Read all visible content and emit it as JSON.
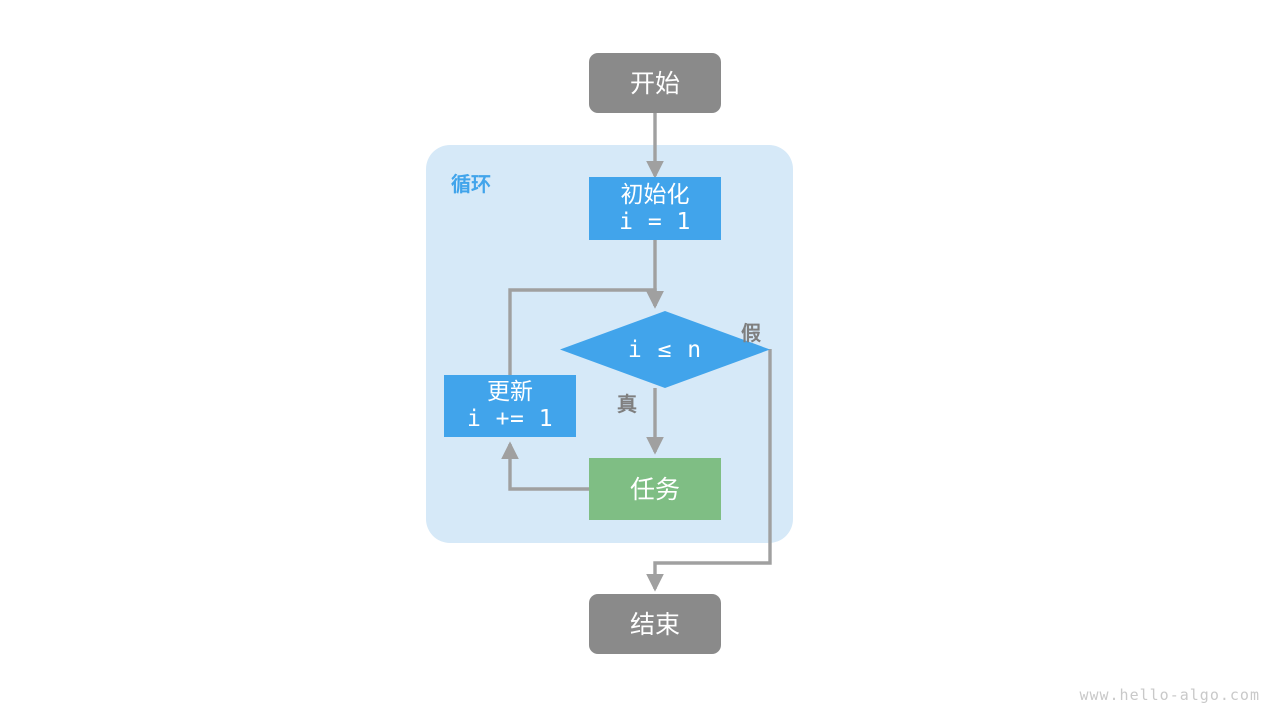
{
  "diagram": {
    "title": "for-loop-flowchart",
    "colors": {
      "terminal": "#8a8a8a",
      "process": "#41a4eb",
      "task": "#7fbe84",
      "loop_background": "#d6e9f8",
      "edge": "#a0a0a0",
      "label": "#7f7f7f",
      "watermark": "#c9c9c9"
    },
    "nodes": {
      "start": {
        "label": "开始",
        "shape": "rounded-rectangle"
      },
      "loop_group": {
        "label": "循环",
        "shape": "rounded-container"
      },
      "init": {
        "line1": "初始化",
        "line2": "i = 1",
        "shape": "rectangle"
      },
      "decision": {
        "label": "i ≤ n",
        "shape": "diamond"
      },
      "update": {
        "line1": "更新",
        "line2": "i += 1",
        "shape": "rectangle"
      },
      "task": {
        "label": "任务",
        "shape": "rectangle"
      },
      "end": {
        "label": "结束",
        "shape": "rounded-rectangle"
      }
    },
    "edge_labels": {
      "true": "真",
      "false": "假"
    },
    "watermark": "www.hello-algo.com"
  }
}
